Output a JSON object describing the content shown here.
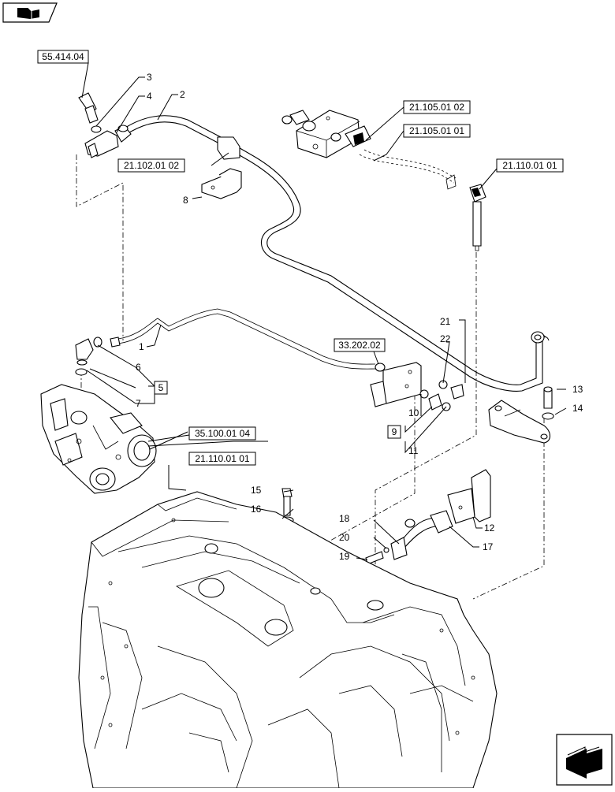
{
  "diagram": {
    "references": {
      "r1": "55.414.04",
      "r2": "21.105.01 02",
      "r3": "21.105.01 01",
      "r4": "21.102.01 02",
      "r5": "21.110.01 01",
      "r6": "33.202.02",
      "r7": "35.100.01 04",
      "r8": "21.110.01 01"
    },
    "part_numbers": {
      "p1": "1",
      "p2": "2",
      "p3": "3",
      "p4": "4",
      "p5": "5",
      "p6": "6",
      "p7": "7",
      "p8": "8",
      "p9": "9",
      "p10": "10",
      "p11": "11",
      "p12": "12",
      "p13": "13",
      "p14": "14",
      "p15": "15",
      "p16": "16",
      "p17": "17",
      "p18": "18",
      "p19": "19",
      "p20": "20",
      "p21": "21",
      "p22": "22"
    },
    "icons": {
      "top_left": "book-open-icon",
      "bottom_right": "next-page-arrow-icon"
    }
  }
}
